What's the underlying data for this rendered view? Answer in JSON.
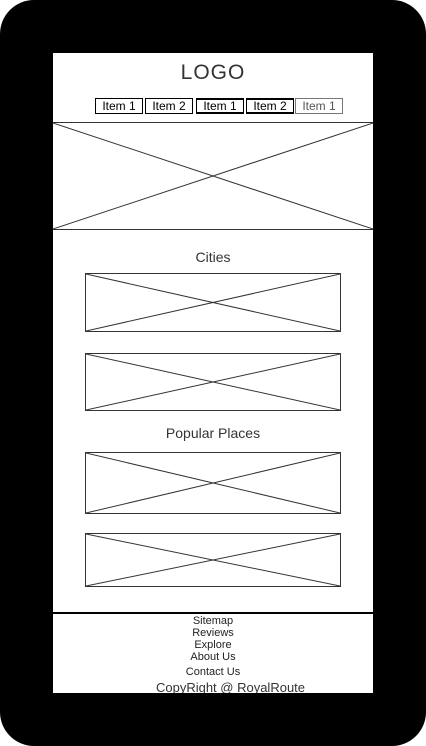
{
  "header": {
    "logo": "LOGO"
  },
  "nav": {
    "items": [
      {
        "label": "Item 1"
      },
      {
        "label": "Item 2"
      },
      {
        "label": "Item 1"
      },
      {
        "label": "Item 2"
      },
      {
        "label": "Item 1"
      }
    ]
  },
  "sections": {
    "cities_title": "Cities",
    "places_title": "Popular Places"
  },
  "footer": {
    "links": [
      "Sitemap",
      "Reviews",
      "Explore",
      "About Us",
      "Contact Us"
    ],
    "copyright": "CopyRight @ RoyalRoute"
  }
}
